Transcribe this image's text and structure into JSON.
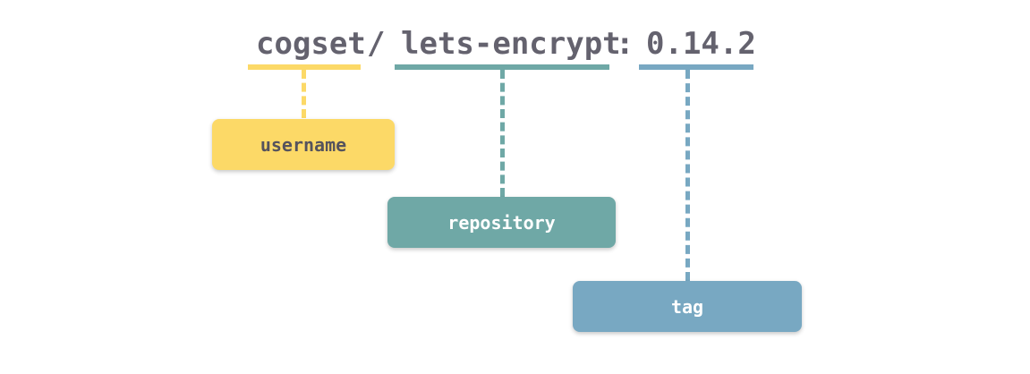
{
  "image_name": {
    "username": "cogset",
    "separator_slash": "/",
    "repository": "lets-encrypt",
    "separator_colon": ":",
    "tag": "0.14.2"
  },
  "labels": {
    "username": "username",
    "repository": "repository",
    "tag": "tag"
  },
  "colors": {
    "text": "#64626e",
    "username": "#fcd967",
    "repository": "#6fa8a6",
    "tag": "#78a8c2",
    "username_label_text": "#55535d",
    "repository_label_text": "#ffffff",
    "tag_label_text": "#ffffff"
  }
}
